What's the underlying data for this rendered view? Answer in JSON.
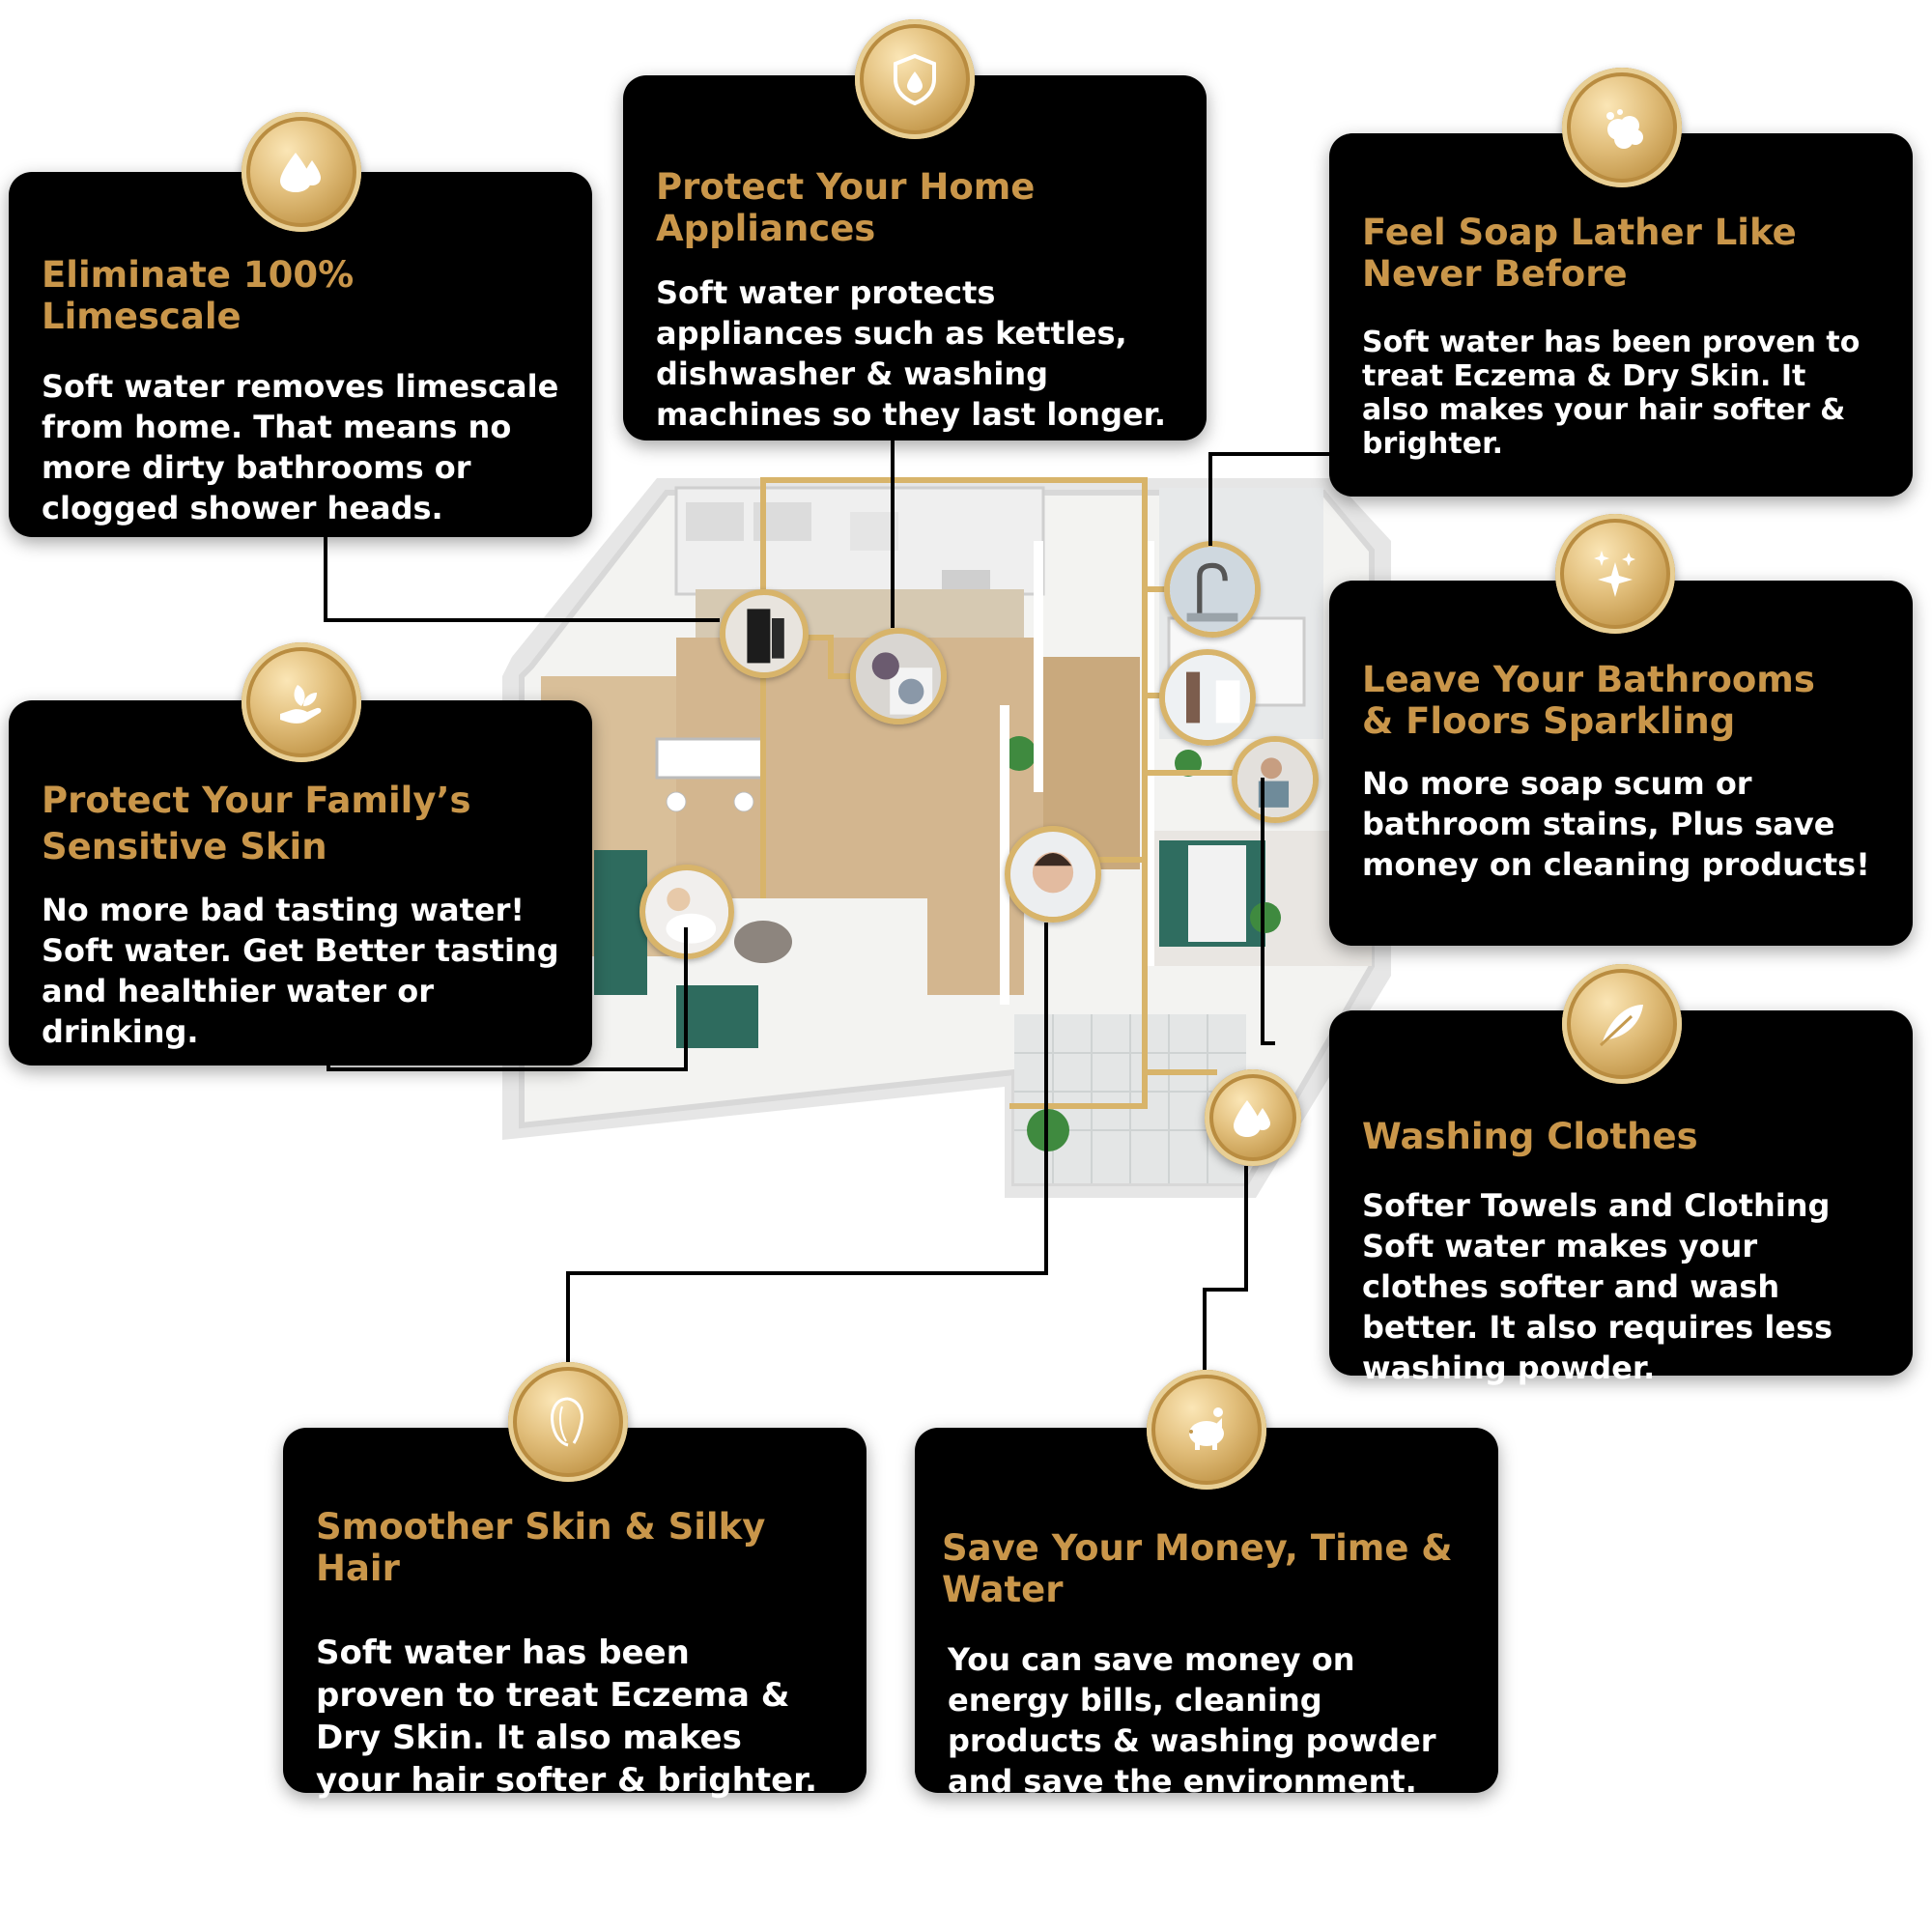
{
  "colors": {
    "card_bg": "#000000",
    "title_gold": "#c9964a",
    "body_text": "#ffffff",
    "pipe_gold": "#d8b46a",
    "connector": "#000000"
  },
  "cards": [
    {
      "id": "limescale",
      "icon": "water-drops-icon",
      "title": "Eliminate 100% Limescale",
      "body": "Soft water removes limescale from home. That means no more dirty bathrooms or clogged shower heads."
    },
    {
      "id": "appliances",
      "icon": "shield-drop-icon",
      "title": "Protect Your Home Appliances",
      "body": "Soft water protects appliances such as kettles, dishwasher & washing machines so they last longer."
    },
    {
      "id": "soap",
      "icon": "soap-bubbles-icon",
      "title": "Feel Soap Lather Like Never Before",
      "body": "Soft water has been proven to treat Eczema & Dry Skin. It also makes your hair softer & brighter."
    },
    {
      "id": "bathrooms",
      "icon": "sparkle-icon",
      "title": "Leave Your Bathrooms & Floors Sparkling",
      "body": "No more soap scum or bathroom stains, Plus save money on cleaning products!"
    },
    {
      "id": "family",
      "icon": "hand-leaf-icon",
      "title": "Protect Your Family’s Sensitive Skin",
      "body": "No more bad tasting water! Soft water. Get Better tasting and healthier water or drinking."
    },
    {
      "id": "washing",
      "icon": "feather-icon",
      "title": "Washing Clothes",
      "body": "Softer Towels and Clothing Soft water makes your clothes softer and wash better. It also requires less washing powder."
    },
    {
      "id": "hair",
      "icon": "hair-icon",
      "title": "Smoother Skin & Silky Hair",
      "body": "Soft water has been proven to treat Eczema & Dry Skin. It also makes your hair softer & brighter."
    },
    {
      "id": "money",
      "icon": "piggy-bank-icon",
      "title": "Save Your Money, Time & Water",
      "body": "You can save money on energy bills, cleaning products & washing powder and save the environment."
    }
  ],
  "floorplan": {
    "photos": [
      "water-softener-photo",
      "washing-machine-photo",
      "kitchen-tap-photo",
      "bathroom-photo",
      "woman-relaxing-photo",
      "mother-baby-photo",
      "face-washing-photo"
    ],
    "hub_icon": "water-drops-icon"
  }
}
